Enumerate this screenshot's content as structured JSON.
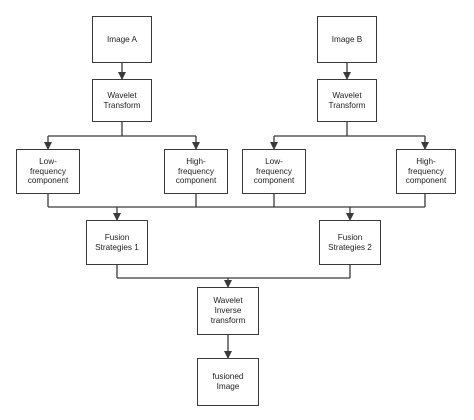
{
  "diagram": {
    "nodes": {
      "image_a": "Image A",
      "image_b": "Image B",
      "wavelet_a": "Wavelet\nTransform",
      "wavelet_b": "Wavelet\nTransform",
      "low_a": "Low-\nfrequency\ncomponent",
      "high_a": "High-\nfrequency\ncomponent",
      "low_b": "Low-\nfrequency\ncomponent",
      "high_b": "High-\nfrequency\ncomponent",
      "fusion_1": "Fusion\nStrategies 1",
      "fusion_2": "Fusion\nStrategies 2",
      "inverse": "Wavelet\nInverse\ntransform",
      "output": "fusioned\nImage"
    },
    "colors": {
      "line": "#3a3a3a",
      "box_border": "#3a3a3a",
      "text": "#1e1e1e",
      "background": "#ffffff"
    }
  }
}
